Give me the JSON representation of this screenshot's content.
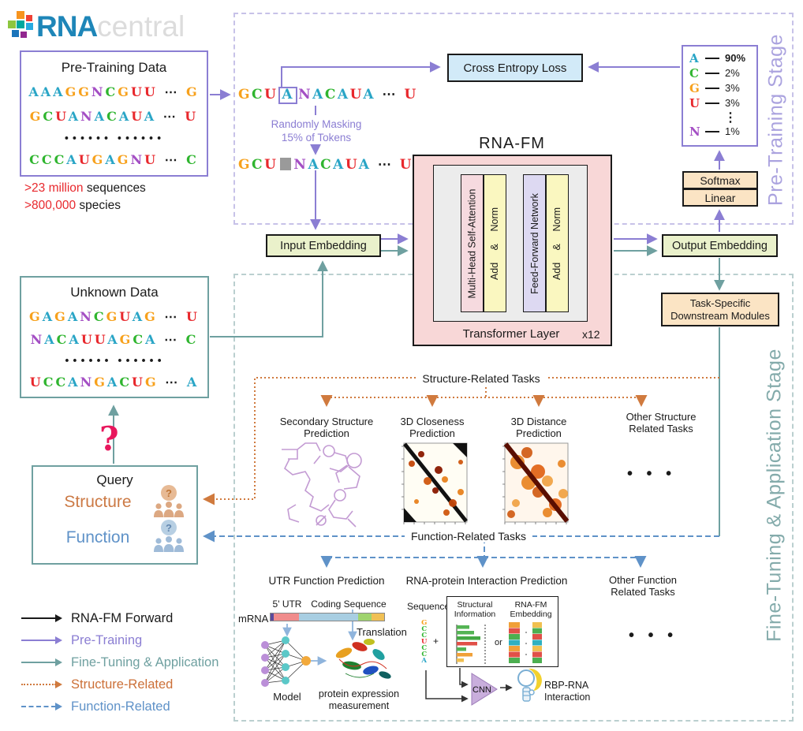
{
  "logo": {
    "rna": "RNA",
    "central": "central"
  },
  "colors": {
    "A": "#29A5C6",
    "C": "#2FB52F",
    "G": "#F7A11C",
    "U": "#E8282D",
    "N": "#A44FC4"
  },
  "pretrain_box": {
    "title": "Pre-Training Data",
    "row1": "AAAGGNCGUU ⋯ G",
    "row2": "GCUANACAUA ⋯ U",
    "row3": "••••••  ••••••",
    "row4": "CCCAUGAGNU ⋯ C",
    "stat1_value": ">23 million",
    "stat1_label": " sequences",
    "stat2_value": ">800,000",
    "stat2_label": " species"
  },
  "stages": {
    "pretrain": "Pre-Training Stage",
    "finetune": "Fine-Tuning & Application Stage"
  },
  "masking": {
    "seq_prefix": "GCU",
    "masked_token": "A",
    "seq_suffix": "NACAUA ⋯ U",
    "label1": "Randomly Masking",
    "label2": "15% of Tokens"
  },
  "cross_entropy_label": "Cross Entropy Loss",
  "model": {
    "title": "RNA-FM",
    "mhsa": "Multi-Head Self-Attention",
    "add_norm1": "Add & Norm",
    "ffn": "Feed-Forward Network",
    "add_norm2": "Add & Norm",
    "layer_label": "Transformer Layer",
    "repeat": "x12"
  },
  "embeddings": {
    "input": "Input Embedding",
    "output": "Output Embedding"
  },
  "head": {
    "softmax": "Softmax",
    "linear": "Linear"
  },
  "probabilities": {
    "rows": [
      {
        "base": "A",
        "value": "90%"
      },
      {
        "base": "C",
        "value": "2%"
      },
      {
        "base": "G",
        "value": "3%"
      },
      {
        "base": "U",
        "value": "3%"
      }
    ],
    "ellipsis": "⋮",
    "last": {
      "base": "N",
      "value": "1%"
    }
  },
  "task_modules": {
    "line1": "Task-Specific",
    "line2": "Downstream Modules"
  },
  "unknown_box": {
    "title": "Unknown Data",
    "row1": "GAGANCGUAG ⋯ U",
    "row2": "NACAUUAGCA ⋯ C",
    "row3": "••••••  ••••••",
    "row4": "UCCANGACUG ⋯ A"
  },
  "query": {
    "question": "?",
    "title": "Query",
    "structure": "Structure",
    "function": "Function"
  },
  "structure_tasks": {
    "header": "Structure-Related Tasks",
    "task1": "Secondary Structure Prediction",
    "task2": "3D Closeness Prediction",
    "task3": "3D Distance Prediction",
    "task4": "Other Structure Related Tasks",
    "more": "• • •"
  },
  "function_tasks": {
    "header": "Function-Related Tasks",
    "task1": "UTR Function Prediction",
    "task2": "RNA-protein Interaction Prediction",
    "task3": "Other Function Related Tasks",
    "more": "• • •"
  },
  "utr": {
    "five_utr": "5' UTR",
    "cds": "Coding Sequence",
    "mrna": "mRNA",
    "translation": "Translation",
    "model": "Model",
    "measurement": "protein expression measurement"
  },
  "rpi": {
    "sequence": "Sequence",
    "letters": "GCCUCCA",
    "plus": "+",
    "structural": "Structural Information",
    "or_label": "or",
    "embedding": "RNA-FM Embedding",
    "cnn": "CNN",
    "result": "RBP-RNA Interaction"
  },
  "legend": {
    "items": [
      {
        "label": "RNA-FM Forward",
        "color": "#1a1a1a",
        "style": "solid"
      },
      {
        "label": "Pre-Training",
        "color": "#8B7ED3",
        "style": "solid"
      },
      {
        "label": "Fine-Tuning & Application",
        "color": "#6FA0A0",
        "style": "solid"
      },
      {
        "label": "Structure-Related",
        "color": "#D07A3E",
        "style": "dotted"
      },
      {
        "label": "Function-Related",
        "color": "#5F92C8",
        "style": "dashed"
      }
    ]
  }
}
